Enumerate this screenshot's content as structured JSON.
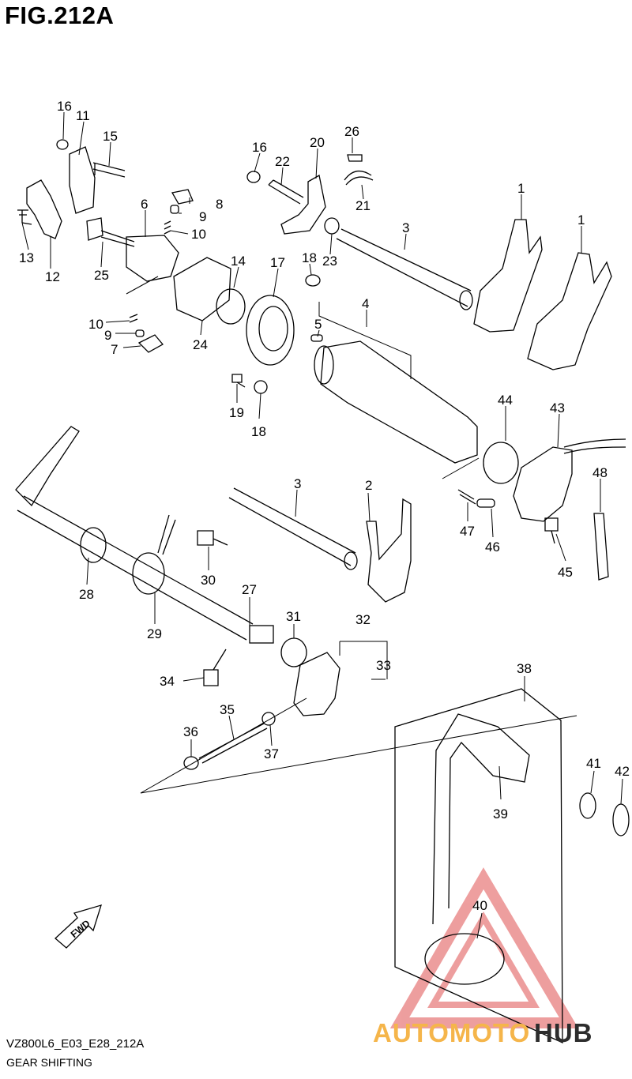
{
  "figure": {
    "title": "FIG.212A",
    "code": "VZ800L6_E03_E28_212A",
    "caption": "GEAR SHIFTING"
  },
  "arrow_label": "FWD",
  "watermark": {
    "part1": "AUTOMOTO",
    "part2": "HUB",
    "color_primary": "#f5b54a",
    "color_secondary": "#2d2d2d",
    "triangle_color": "#e05050"
  },
  "callouts": [
    "16",
    "11",
    "15",
    "26",
    "16",
    "22",
    "20",
    "1",
    "1",
    "3",
    "8",
    "9",
    "6",
    "10",
    "13",
    "12",
    "25",
    "21",
    "14",
    "17",
    "18",
    "23",
    "4",
    "5",
    "10",
    "9",
    "7",
    "24",
    "19",
    "18",
    "44",
    "43",
    "48",
    "3",
    "2",
    "47",
    "46",
    "45",
    "28",
    "30",
    "27",
    "29",
    "31",
    "32",
    "33",
    "34",
    "35",
    "36",
    "37",
    "38",
    "41",
    "42",
    "39",
    "40"
  ]
}
